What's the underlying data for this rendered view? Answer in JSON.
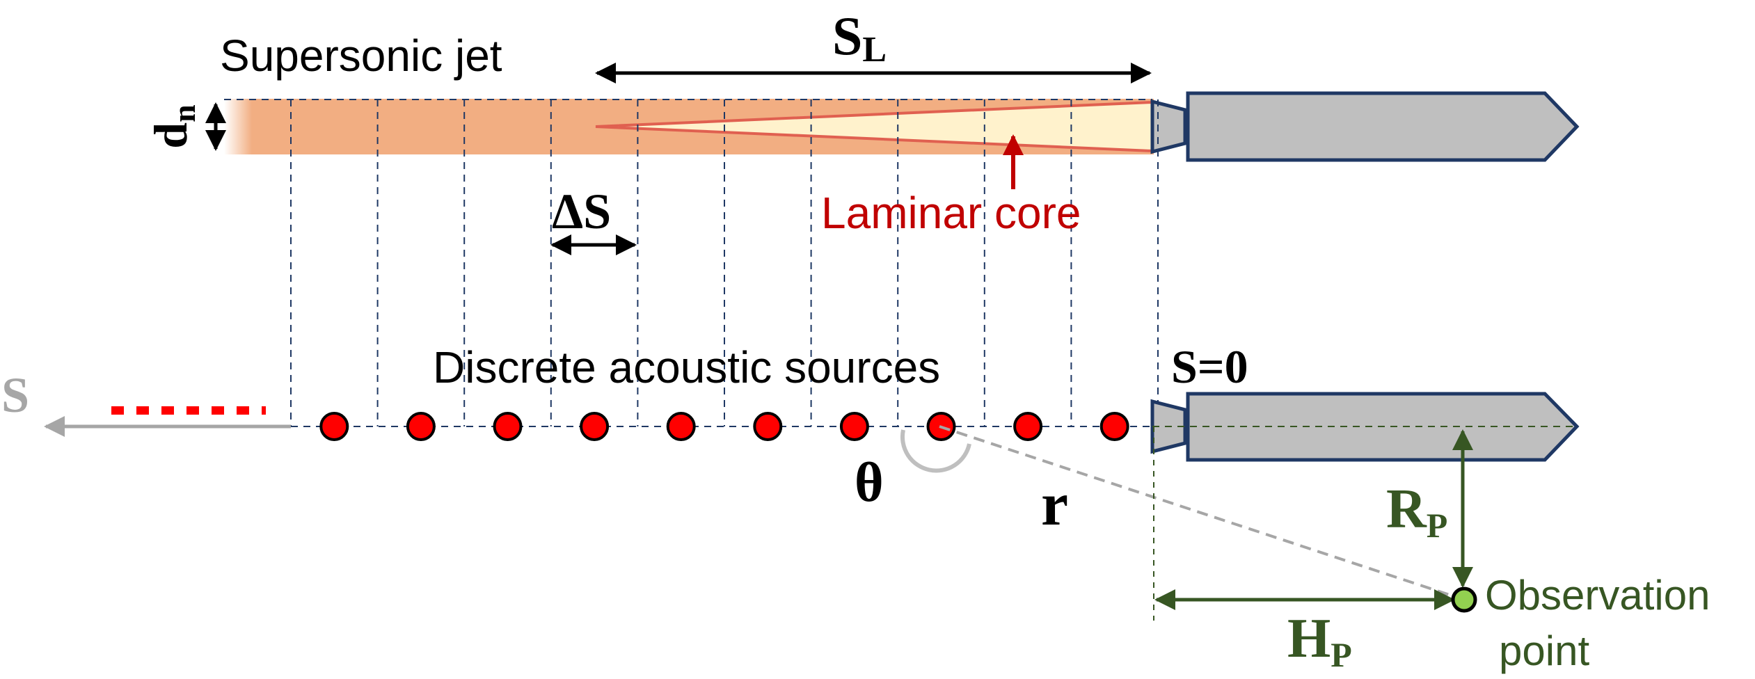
{
  "labels": {
    "supersonic_jet": "Supersonic jet",
    "laminar_core": "Laminar core",
    "discrete_sources": "Discrete acoustic sources",
    "observation_point_line1": "Observation",
    "observation_point_line2": "point",
    "s_axis": "S",
    "s_zero": "S=0",
    "theta": "θ",
    "r": "r",
    "delta_s": "ΔS",
    "s_l_main": "S",
    "s_l_sub": "L",
    "d_n_main": "d",
    "d_n_sub": "n",
    "r_p_main": "R",
    "r_p_sub": "P",
    "h_p_main": "H",
    "h_p_sub": "P"
  },
  "source_count": 10,
  "segment_count": 10,
  "colors": {
    "jet": "#F2AE82",
    "laminar_core_fill": "#FFF2CC",
    "laminar_core_edge": "#E06050",
    "laminar_core_text": "#C00000",
    "source_fill": "#FF0000",
    "dashed_lines": "#1F3864",
    "nozzle_fill": "#BFBFBF",
    "nozzle_stroke": "#1F3864",
    "observer_green": "#375623",
    "observer_point_fill": "#92D050",
    "axis_gray": "#A6A6A6",
    "dotted_red": "#FF0000"
  }
}
